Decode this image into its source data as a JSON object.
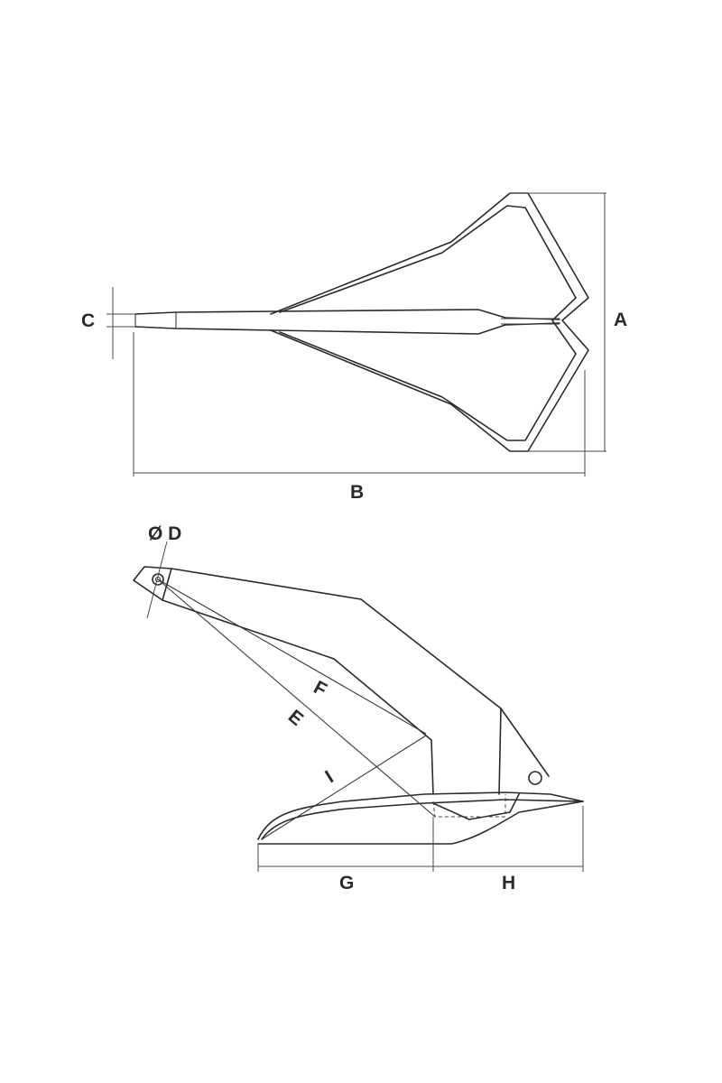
{
  "labels": {
    "a": "A",
    "b": "B",
    "c": "C",
    "d": "Ø D",
    "e": "E",
    "f": "F",
    "g": "G",
    "h": "H",
    "i": "I"
  }
}
